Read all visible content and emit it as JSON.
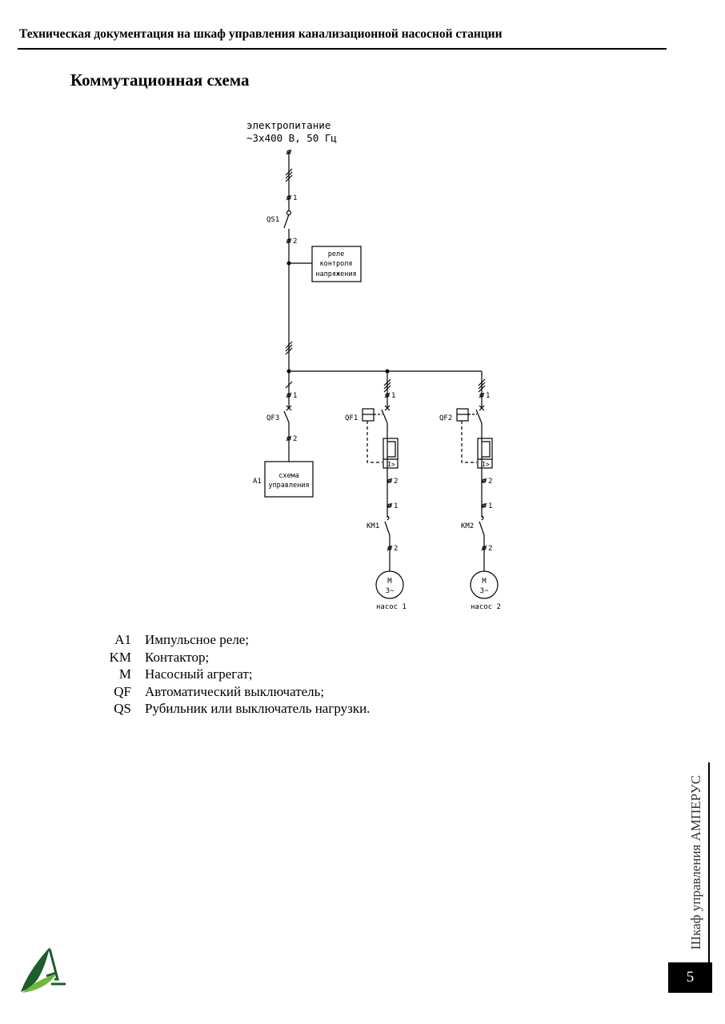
{
  "header": {
    "title": "Техническая документация на шкаф управления канализационной насосной станции"
  },
  "section_title": "Коммутационная схема",
  "diagram": {
    "supply_line1": "электропитание",
    "supply_line2": "~3x400 В, 50 Гц",
    "relay_line1": "реле",
    "relay_line2": "контроля",
    "relay_line3": "напряжения",
    "qs1": "QS1",
    "qf3": "QF3",
    "qf1": "QF1",
    "qf2": "QF2",
    "km1": "KM1",
    "km2": "KM2",
    "a1": "A1",
    "a1_line1": "схема",
    "a1_line2": "управления",
    "m_symbol": "M",
    "m_phase": "3~",
    "overload_symbol": "I>",
    "pump1": "насос 1",
    "pump2": "насос 2",
    "t1": "1",
    "t2": "2"
  },
  "legend": [
    {
      "code": "A1",
      "desc": "Импульсное реле;"
    },
    {
      "code": "KM",
      "desc": "Контактор;"
    },
    {
      "code": "M",
      "desc": "Насосный агрегат;"
    },
    {
      "code": "QF",
      "desc": "Автоматический выключатель;"
    },
    {
      "code": "QS",
      "desc": "Рубильник или выключатель нагрузки."
    }
  ],
  "footer": {
    "side_caption": "Шкаф управления АМПЕРУС",
    "page_number": "5"
  },
  "colors": {
    "logo_dark": "#1d5e2a",
    "logo_light": "#6fb83a"
  }
}
